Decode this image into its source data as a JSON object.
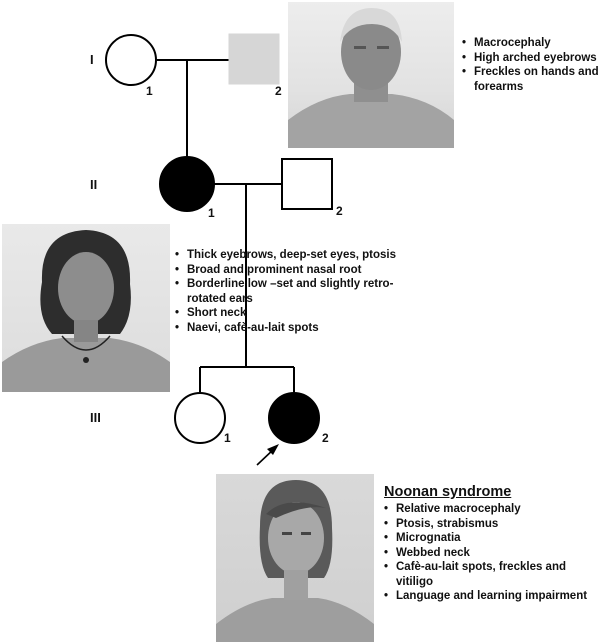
{
  "generations": {
    "g1": "I",
    "g2": "II",
    "g3": "III"
  },
  "individuals": {
    "I1": {
      "number": "1"
    },
    "I2": {
      "number": "2"
    },
    "II1": {
      "number": "1"
    },
    "II2": {
      "number": "2"
    },
    "III1": {
      "number": "1"
    },
    "III2": {
      "number": "2"
    }
  },
  "grandfather_features": [
    "Macrocephaly",
    "High arched eyebrows",
    "Freckles on hands and forearms"
  ],
  "mother_features": [
    "Thick eyebrows, deep-set eyes, ptosis",
    "Broad and prominent nasal root",
    "Borderline low –set and slightly retro-rotated ears",
    "Short neck",
    "Naevi, cafè-au-lait spots"
  ],
  "proband": {
    "title": "Noonan syndrome",
    "features": [
      "Relative macrocephaly",
      "Ptosis, strabismus",
      "Micrognatia",
      "Webbed neck",
      "Cafè-au-lait spots, freckles and vitiligo",
      "Language and learning impairment"
    ]
  },
  "colors": {
    "affected": "#000000",
    "unaffected_male_grey": "#d6d6d6",
    "line": "#000000"
  }
}
